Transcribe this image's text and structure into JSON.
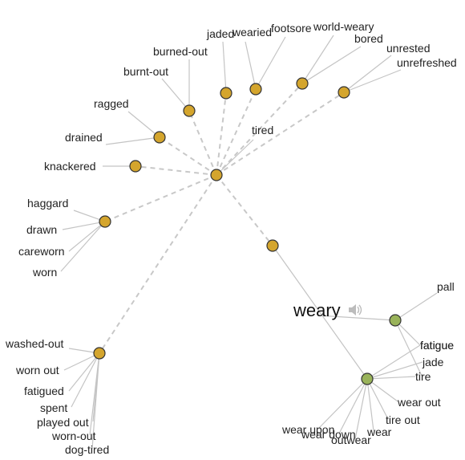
{
  "root_word": "weary",
  "colors": {
    "adjective_node": "#d4a52d",
    "verb_node": "#99b35a",
    "edge": "#c4c4c4"
  },
  "icons": {
    "audio": "speaker-icon"
  },
  "labels": {
    "tired": "tired",
    "jaded": "jaded",
    "wearied": "wearied",
    "footsore": "footsore",
    "world_weary": "world-weary",
    "bored": "bored",
    "unrested": "unrested",
    "unrefreshed": "unrefreshed",
    "burned_out": "burned-out",
    "burnt_out": "burnt-out",
    "ragged": "ragged",
    "drained": "drained",
    "knackered": "knackered",
    "haggard": "haggard",
    "drawn": "drawn",
    "careworn": "careworn",
    "worn": "worn",
    "washed_out": "washed-out",
    "worn_out_spaced": "worn out",
    "fatigued": "fatigued",
    "spent": "spent",
    "played_out": "played out",
    "worn_out": "worn-out",
    "dog_tired": "dog-tired",
    "pall": "pall",
    "fatigue": "fatigue",
    "jade": "jade",
    "tire": "tire",
    "wear_out": "wear out",
    "tire_out": "tire out",
    "wear": "wear",
    "outwear": "outwear",
    "wear_down": "wear down",
    "wear_upon": "wear upon"
  }
}
